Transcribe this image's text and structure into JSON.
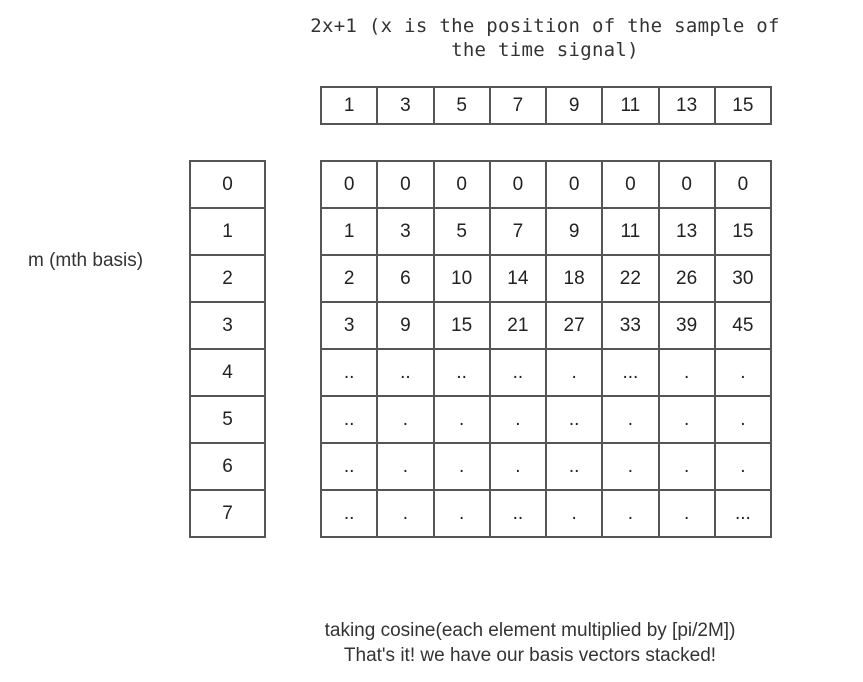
{
  "header": {
    "line1": "2x+1 (x is the position of the sample of",
    "line2": "the time signal)"
  },
  "x_values": [
    "1",
    "3",
    "5",
    "7",
    "9",
    "11",
    "13",
    "15"
  ],
  "m_label": "m (mth basis)",
  "m_values": [
    "0",
    "1",
    "2",
    "3",
    "4",
    "5",
    "6",
    "7"
  ],
  "matrix": [
    [
      "0",
      "0",
      "0",
      "0",
      "0",
      "0",
      "0",
      "0"
    ],
    [
      "1",
      "3",
      "5",
      "7",
      "9",
      "11",
      "13",
      "15"
    ],
    [
      "2",
      "6",
      "10",
      "14",
      "18",
      "22",
      "26",
      "30"
    ],
    [
      "3",
      "9",
      "15",
      "21",
      "27",
      "33",
      "39",
      "45"
    ],
    [
      "..",
      "..",
      "..",
      "..",
      ".",
      "...",
      ".",
      "."
    ],
    [
      "..",
      ".",
      ".",
      ".",
      "..",
      ".",
      ".",
      "."
    ],
    [
      "..",
      ".",
      ".",
      ".",
      "..",
      ".",
      ".",
      "."
    ],
    [
      "..",
      ".",
      ".",
      "..",
      ".",
      ".",
      ".",
      "..."
    ]
  ],
  "footer": {
    "line1": "taking cosine(each element multiplied by [pi/2M])",
    "line2": "That's it! we have our basis vectors stacked!"
  }
}
